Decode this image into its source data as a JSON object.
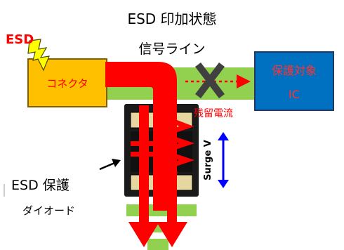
{
  "title": "ESD 印加状態",
  "esd_label": "ESD",
  "signal_line_label": "信号ライン",
  "connector_label": "コネクタ",
  "target_label_line1": "保護対象",
  "target_label_line2": "IC",
  "residual_current_label": "残留電流",
  "surge_label": "Surge V",
  "protection_label_line1": "ESD 保護",
  "protection_label_line2": "ダイオード",
  "colors": {
    "connector": "#ffc000",
    "target_ic": "#0070c0",
    "signal_line": "#92d050",
    "esd_current": "#ff0000",
    "lightning": "#ffff00",
    "surge_arrow": "#0000ff",
    "block_x": "#404040",
    "diode_package": "#1a1a1a",
    "diode_pad": "#e6d6a0"
  }
}
